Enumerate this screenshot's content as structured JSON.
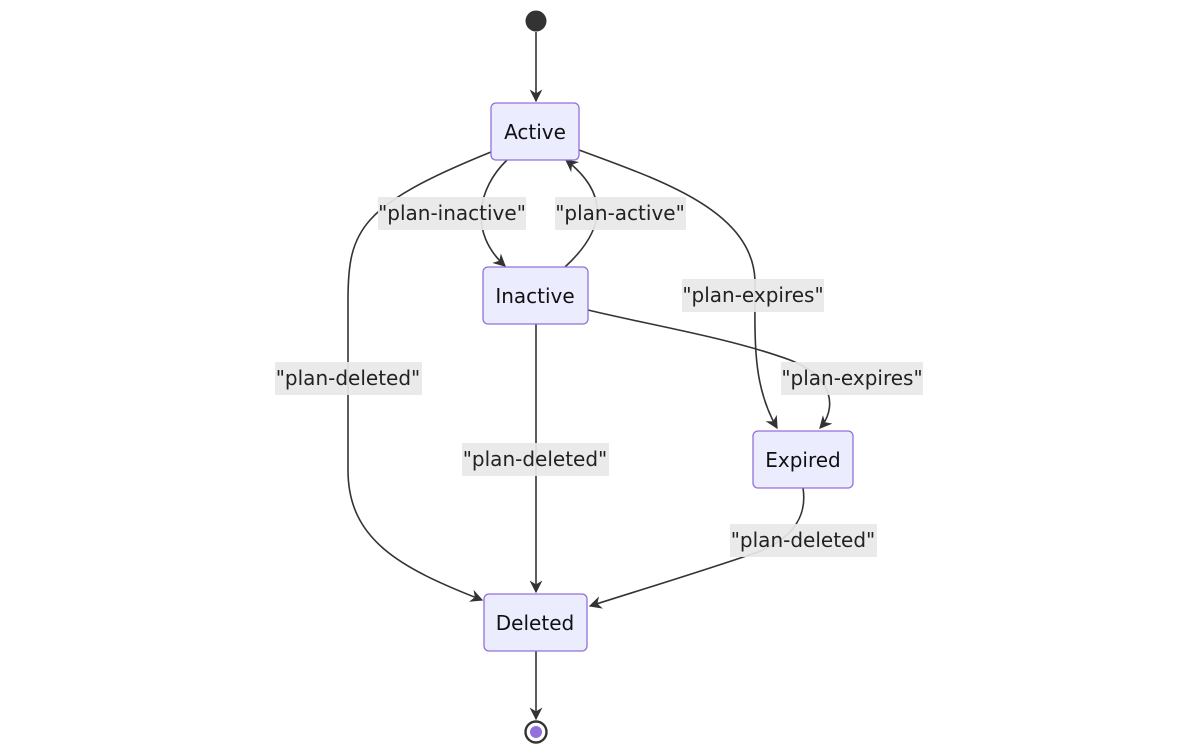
{
  "diagram": {
    "states": {
      "active": "Active",
      "inactive": "Inactive",
      "expired": "Expired",
      "deleted": "Deleted"
    },
    "transitions": {
      "active_to_inactive": "\"plan-inactive\"",
      "inactive_to_active": "\"plan-active\"",
      "active_to_expired": "\"plan-expires\"",
      "inactive_to_expired": "\"plan-expires\"",
      "active_to_deleted": "\"plan-deleted\"",
      "inactive_to_deleted": "\"plan-deleted\"",
      "expired_to_deleted": "\"plan-deleted\""
    },
    "colors": {
      "state_fill": "#ECECFF",
      "state_border": "#9370DB",
      "edge": "#333333",
      "label_bg": "#E8E8E8",
      "end_dot": "#9370DB"
    }
  }
}
